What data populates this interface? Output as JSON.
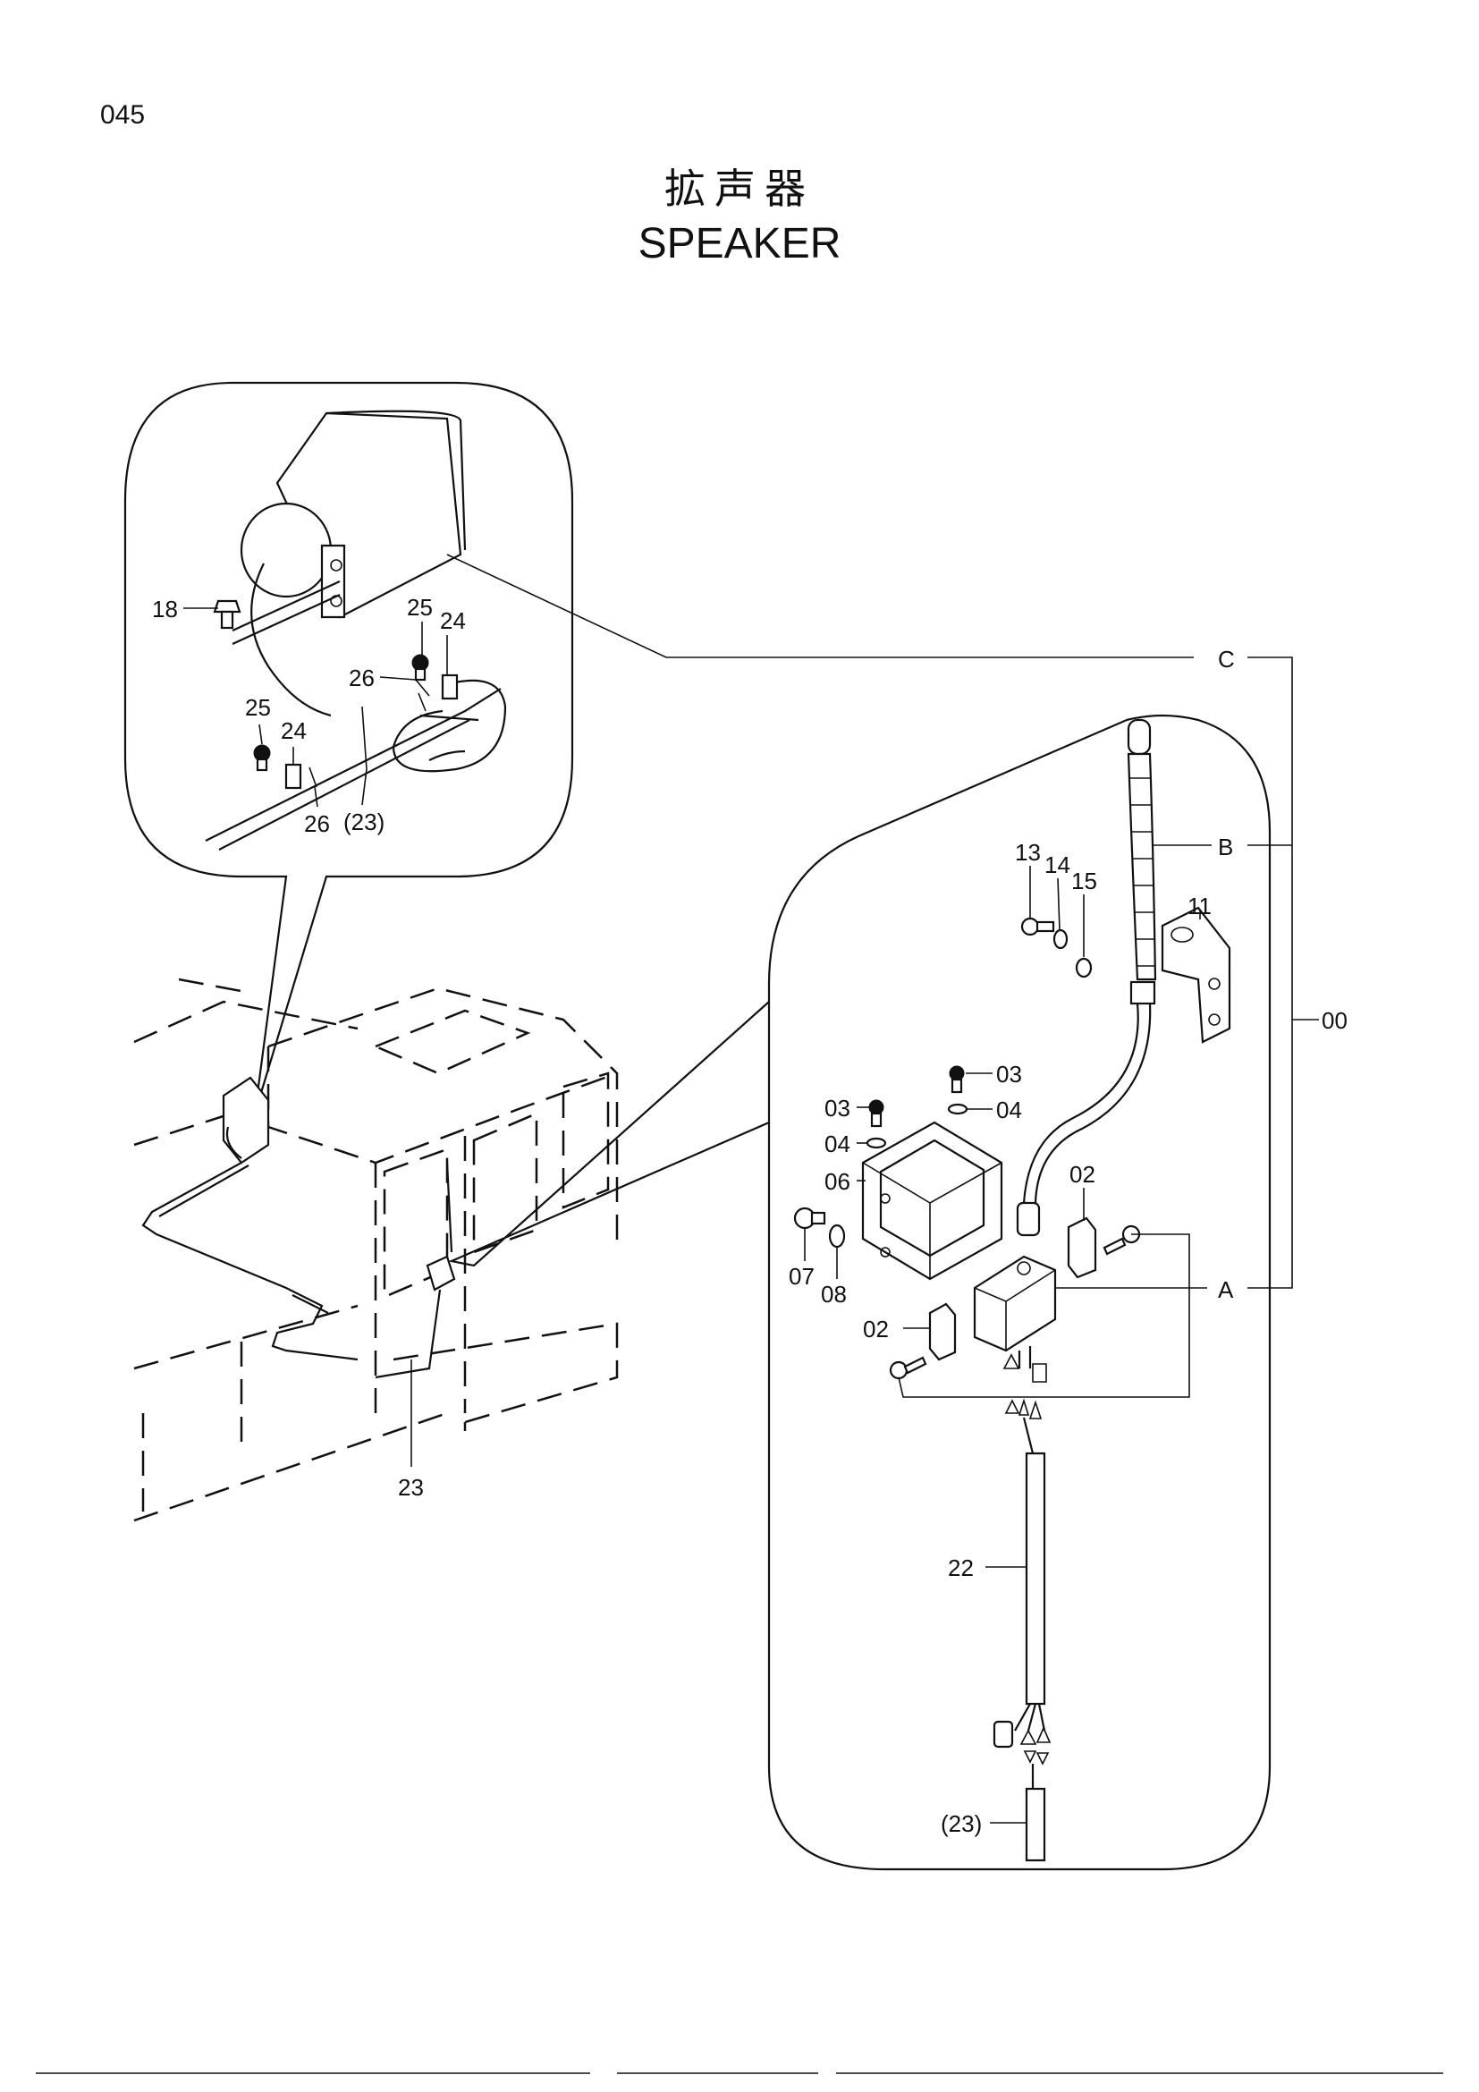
{
  "page_number": "045",
  "title": {
    "jp": "拡声器",
    "en": "SPEAKER"
  },
  "part_callouts": [
    "18",
    "25",
    "24",
    "26",
    "25",
    "24",
    "26",
    "(23)",
    "13",
    "14",
    "15",
    "11",
    "03",
    "04",
    "03",
    "04",
    "06",
    "07",
    "08",
    "02",
    "02",
    "22",
    "(23)",
    "23"
  ],
  "assembly_labels": [
    "C",
    "B",
    "A",
    "00"
  ]
}
